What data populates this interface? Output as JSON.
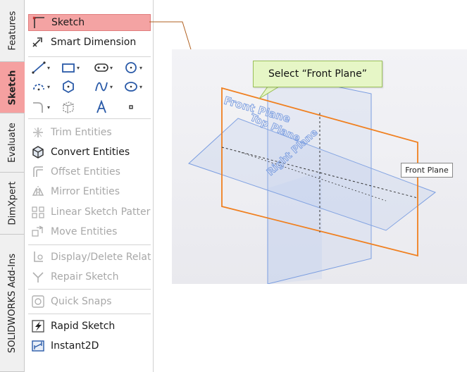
{
  "tabs": [
    {
      "label": "Features",
      "active": false
    },
    {
      "label": "Sketch",
      "active": true
    },
    {
      "label": "Evaluate",
      "active": false
    },
    {
      "label": "DimXpert",
      "active": false
    },
    {
      "label": "SOLIDWORKS Add-Ins",
      "active": false
    }
  ],
  "commands": {
    "sketch": "Sketch",
    "smart_dimension": "Smart Dimension",
    "trim_entities": "Trim Entities",
    "convert_entities": "Convert Entities",
    "offset_entities": "Offset Entities",
    "mirror_entities": "Mirror Entities",
    "linear_sketch_pattern": "Linear Sketch Pattern",
    "move_entities": "Move Entities",
    "display_delete_relations": "Display/Delete Relati...",
    "repair_sketch": "Repair Sketch",
    "quick_snaps": "Quick Snaps",
    "rapid_sketch": "Rapid Sketch",
    "instant2d": "Instant2D"
  },
  "viewport": {
    "callout": "Select “Front Plane”",
    "tooltip": "Front Plane",
    "planes": {
      "front": "Front Plane",
      "top": "Top Plane",
      "right": "Right Plane"
    }
  },
  "colors": {
    "highlight": "#f4a3a3",
    "front_plane": "#f08020",
    "other_planes": "#7a9de0",
    "callout_bg": "#e6f6c6"
  }
}
